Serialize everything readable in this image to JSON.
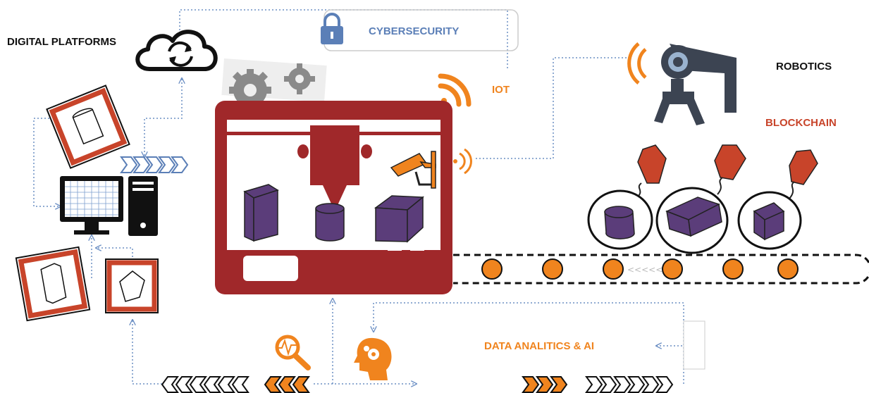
{
  "labels": {
    "digital_platforms": "DIGITAL PLATFORMS",
    "cybersecurity": "CYBERSECURITY",
    "iot": "IOT",
    "robotics": "ROBOTICS",
    "blockchain": "BLOCKCHAIN",
    "data_analytics": "DATA ANALITICS & AI"
  },
  "colors": {
    "printer": "#a0282a",
    "product": "#5b3d7a",
    "conveyor_roller": "#f0841e",
    "accent_orange": "#f0841e",
    "accent_blue": "#5b7fb7",
    "robot_gray": "#3c4452",
    "tag_red": "#c8442a",
    "frame_red": "#c8442a",
    "dotted_line": "#6b8fc4"
  },
  "icons": [
    "cloud-sync-icon",
    "lock-icon",
    "gears-icon",
    "wifi-icon",
    "robot-arm-icon",
    "security-camera-icon",
    "computer-icon",
    "magnifier-chart-icon",
    "ai-head-icon",
    "price-tag-icon"
  ]
}
